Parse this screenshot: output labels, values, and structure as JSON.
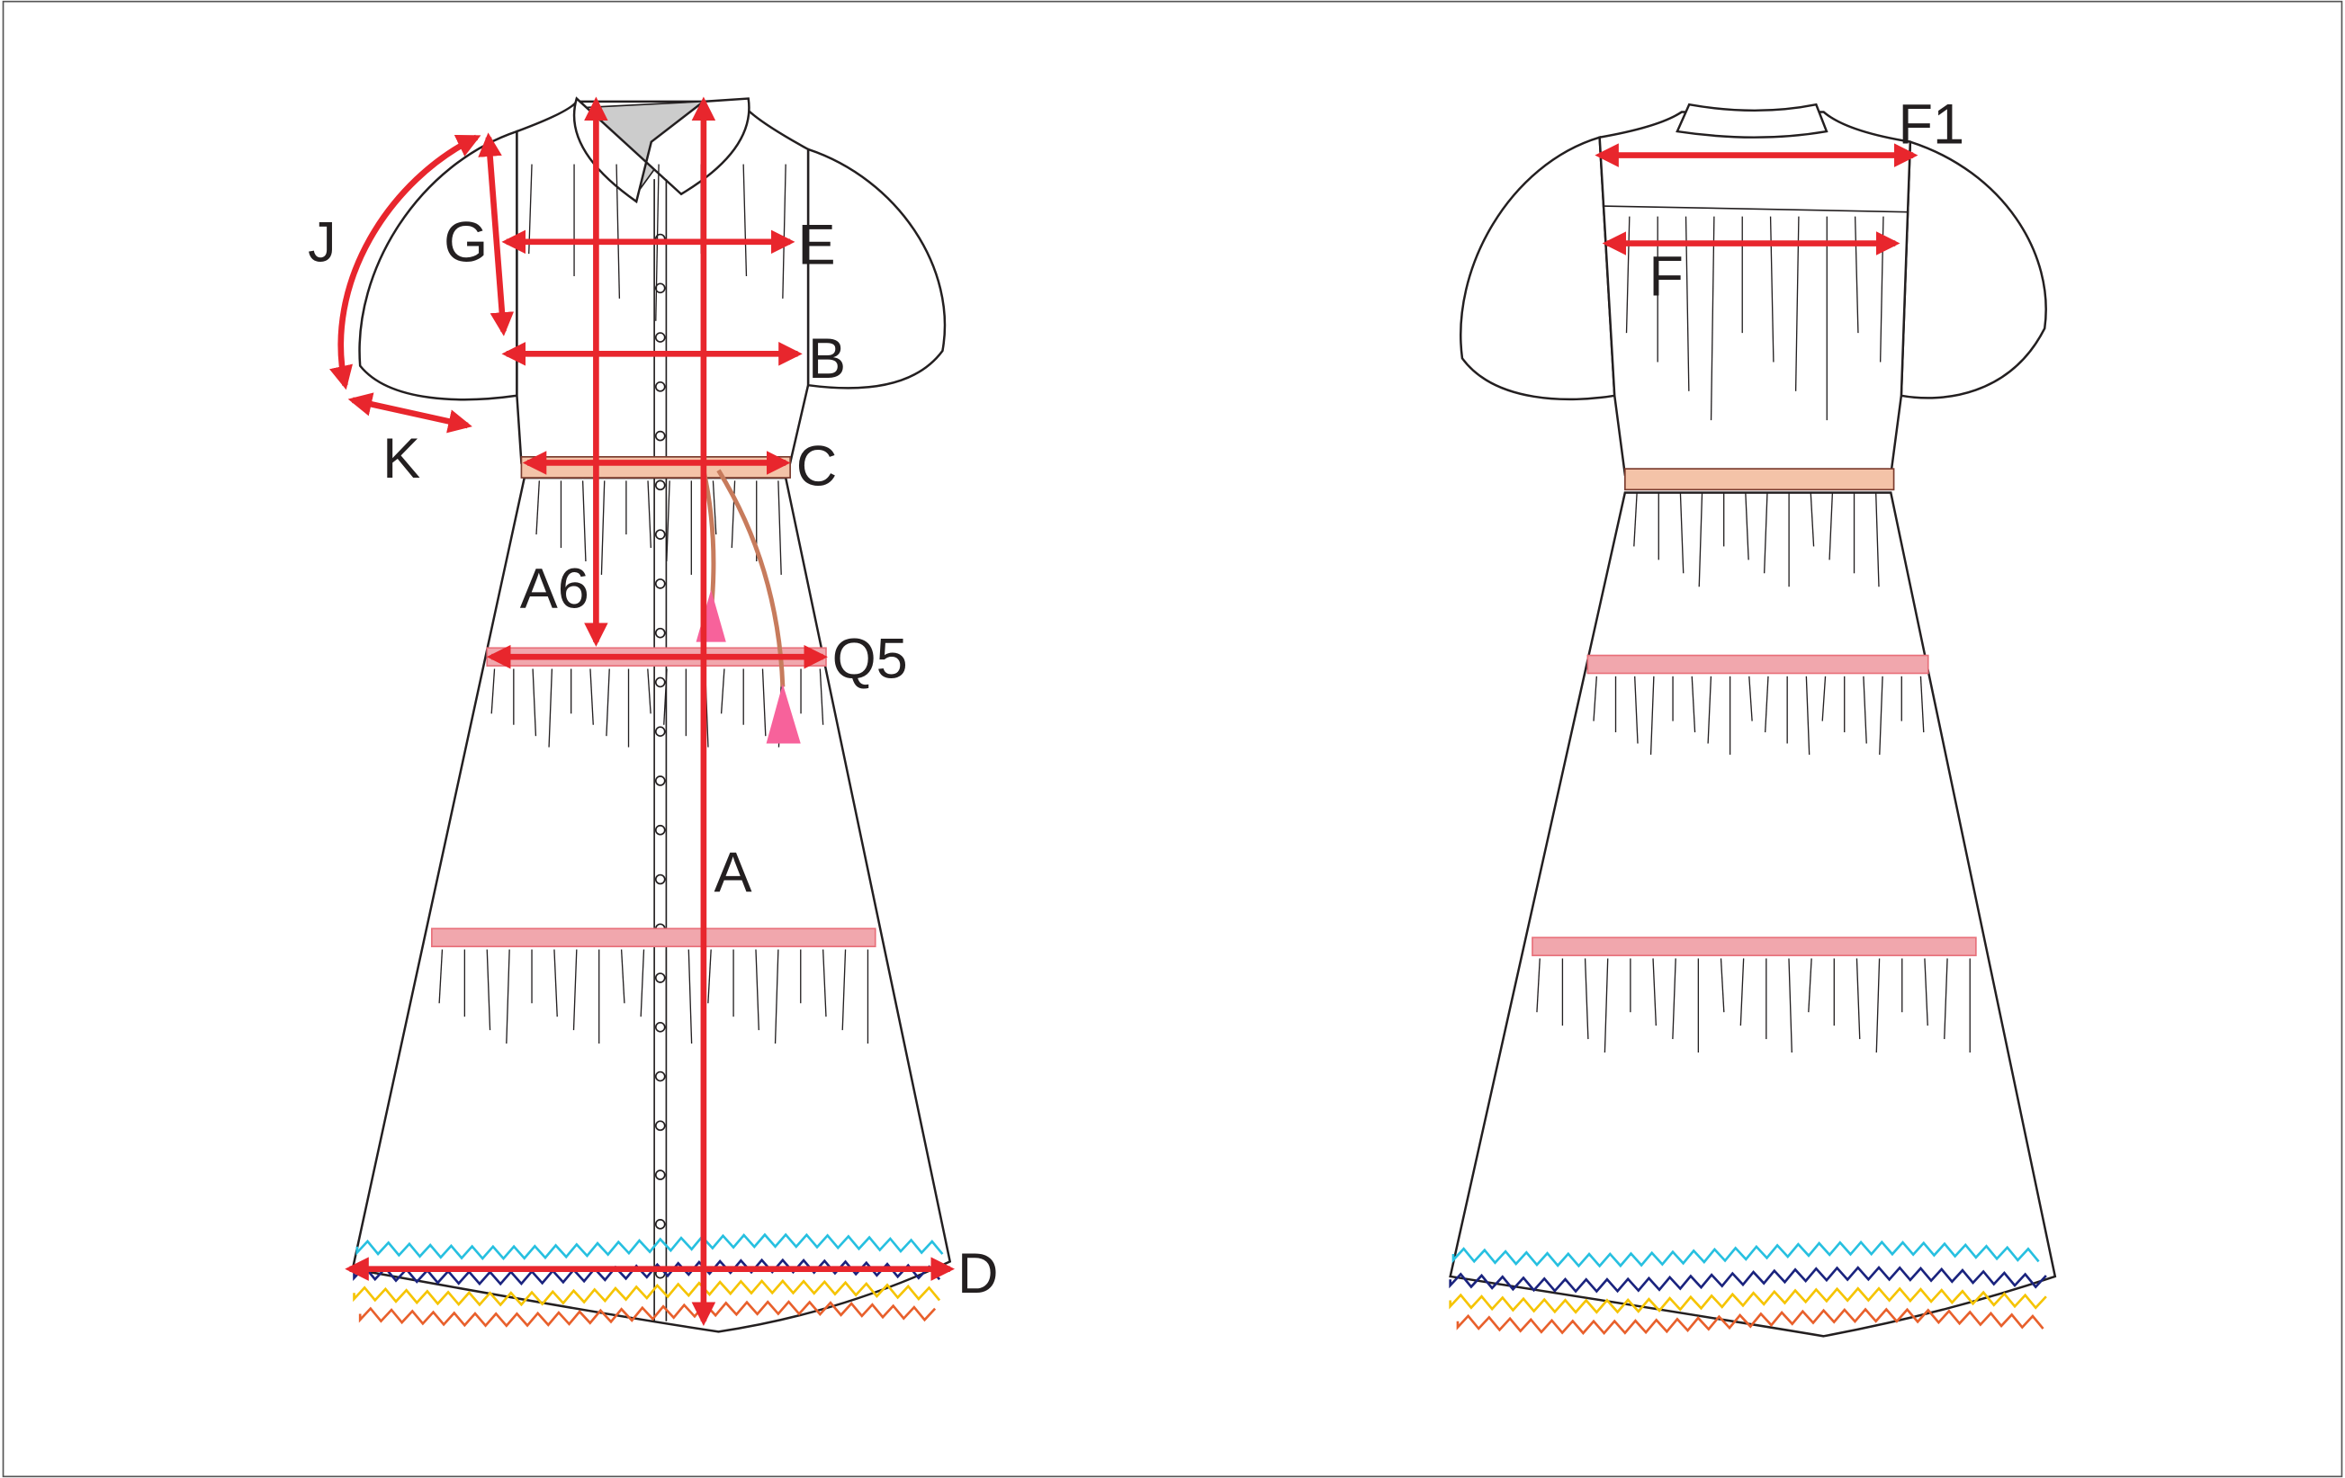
{
  "diagram": {
    "title": "Tiered dress flat sketch with measurement points",
    "views": [
      "front",
      "back"
    ],
    "colors": {
      "arrow": "#e8262d",
      "outline": "#231f20",
      "band": "#f1a7ad",
      "zig1": "#27c0e0",
      "zig2": "#1a237e",
      "zig3": "#f5c400",
      "zig4": "#e8602c",
      "tassel": "#f7629b"
    },
    "front_labels": {
      "J": "J",
      "G": "G",
      "E": "E",
      "B": "B",
      "K": "K",
      "C": "C",
      "A6": "A6",
      "Q5": "Q5",
      "A": "A",
      "D": "D"
    },
    "back_labels": {
      "F1": "F1",
      "F": "F"
    }
  }
}
